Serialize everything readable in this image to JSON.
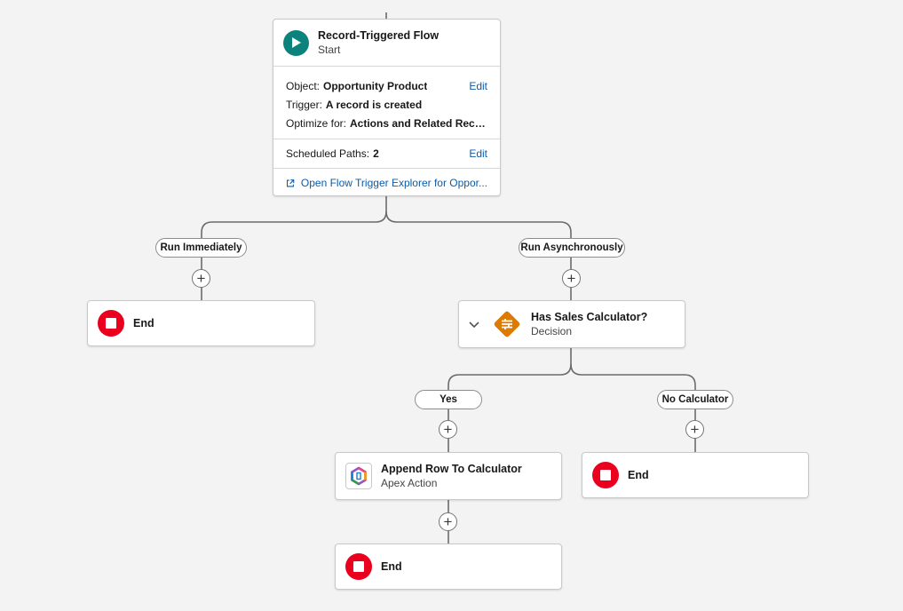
{
  "start": {
    "title": "Record-Triggered Flow",
    "subtitle": "Start",
    "object_label": "Object:",
    "object_value": "Opportunity Product",
    "trigger_label": "Trigger:",
    "trigger_value": "A record is created",
    "optimize_label": "Optimize for:",
    "optimize_value": "Actions and Related Recor...",
    "edit_label": "Edit",
    "scheduled_label": "Scheduled Paths:",
    "scheduled_value": "2",
    "explorer_link": "Open Flow Trigger Explorer for Oppor..."
  },
  "paths": {
    "run_immediately": "Run Immediately",
    "run_async": "Run Asynchronously"
  },
  "decision": {
    "title": "Has Sales Calculator?",
    "subtitle": "Decision",
    "outcome_yes": "Yes",
    "outcome_no": "No Calculator"
  },
  "apex_action": {
    "title": "Append Row To Calculator",
    "subtitle": "Apex Action"
  },
  "end_label": "End",
  "add_symbol": "+",
  "colors": {
    "start_icon": "#0b827c",
    "end_icon": "#ea001e",
    "decision_icon": "#dd7a01",
    "link": "#0b5cab"
  }
}
